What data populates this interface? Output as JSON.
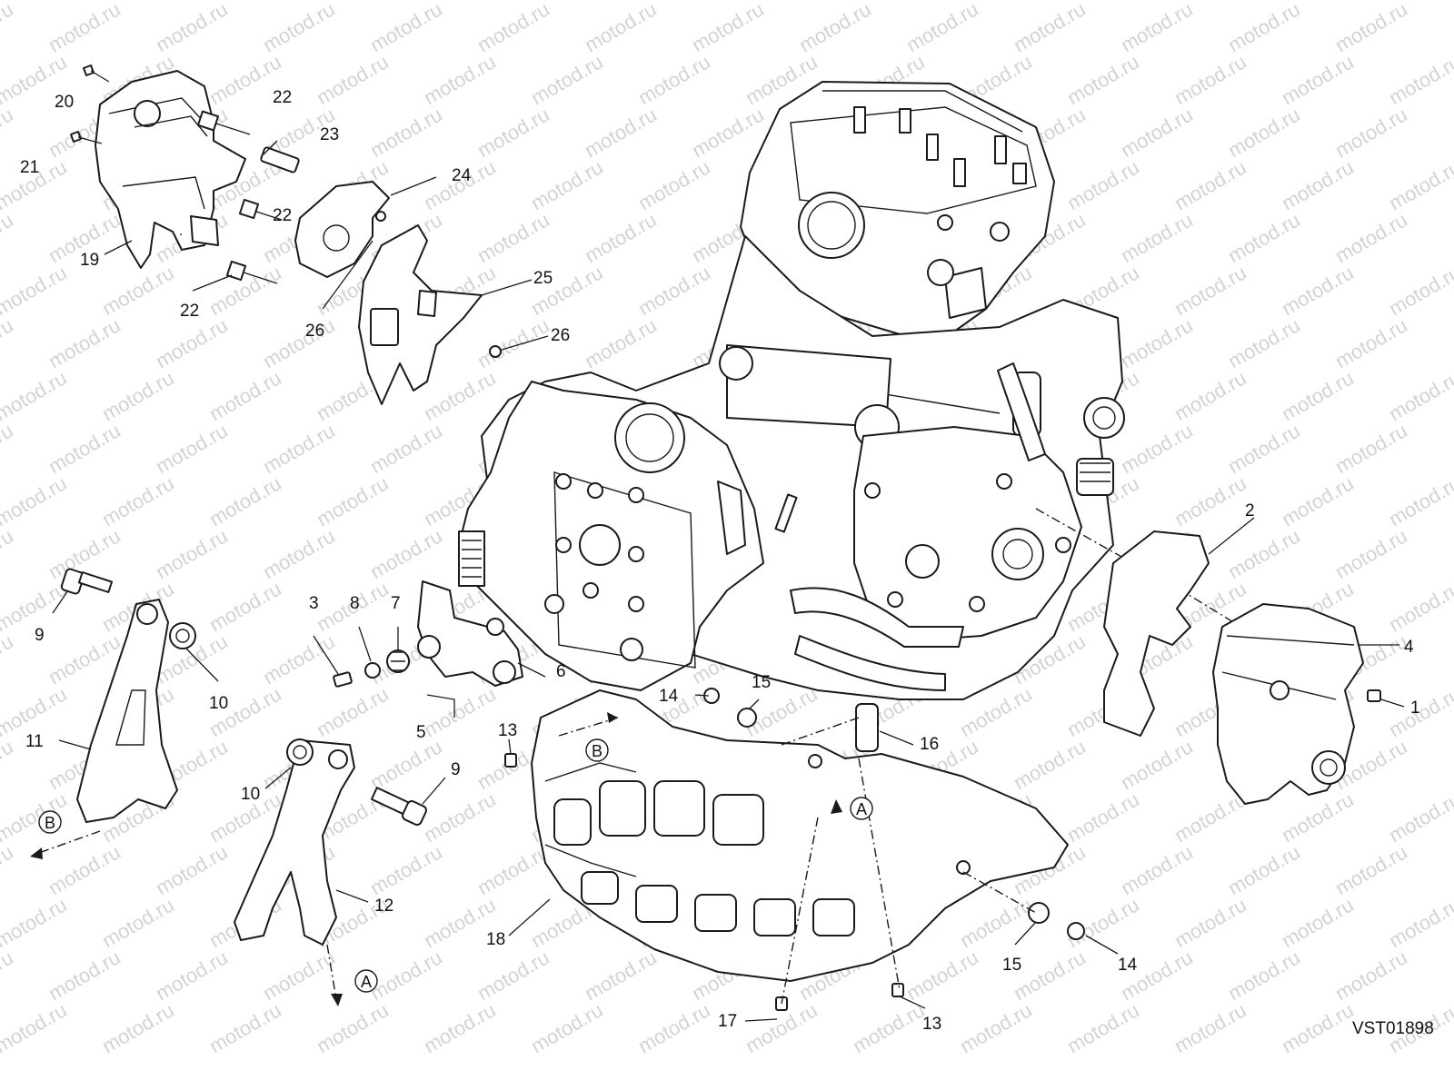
{
  "watermark": {
    "text": "motod.ru",
    "color": "#d3d3d3"
  },
  "diagram_code": "VST01898",
  "callouts": [
    {
      "text": "1"
    },
    {
      "text": "2"
    },
    {
      "text": "3"
    },
    {
      "text": "4"
    },
    {
      "text": "5"
    },
    {
      "text": "6"
    },
    {
      "text": "7"
    },
    {
      "text": "8"
    },
    {
      "text": "9"
    },
    {
      "text": "9"
    },
    {
      "text": "10"
    },
    {
      "text": "10"
    },
    {
      "text": "11"
    },
    {
      "text": "12"
    },
    {
      "text": "13"
    },
    {
      "text": "13"
    },
    {
      "text": "14"
    },
    {
      "text": "14"
    },
    {
      "text": "15"
    },
    {
      "text": "15"
    },
    {
      "text": "16"
    },
    {
      "text": "17"
    },
    {
      "text": "18"
    },
    {
      "text": "19"
    },
    {
      "text": "20"
    },
    {
      "text": "21"
    },
    {
      "text": "22"
    },
    {
      "text": "22"
    },
    {
      "text": "22"
    },
    {
      "text": "23"
    },
    {
      "text": "24"
    },
    {
      "text": "25"
    },
    {
      "text": "26"
    },
    {
      "text": "26"
    }
  ],
  "reference_markers": [
    {
      "text": "A"
    },
    {
      "text": "A"
    },
    {
      "text": "B"
    },
    {
      "text": "B"
    }
  ]
}
